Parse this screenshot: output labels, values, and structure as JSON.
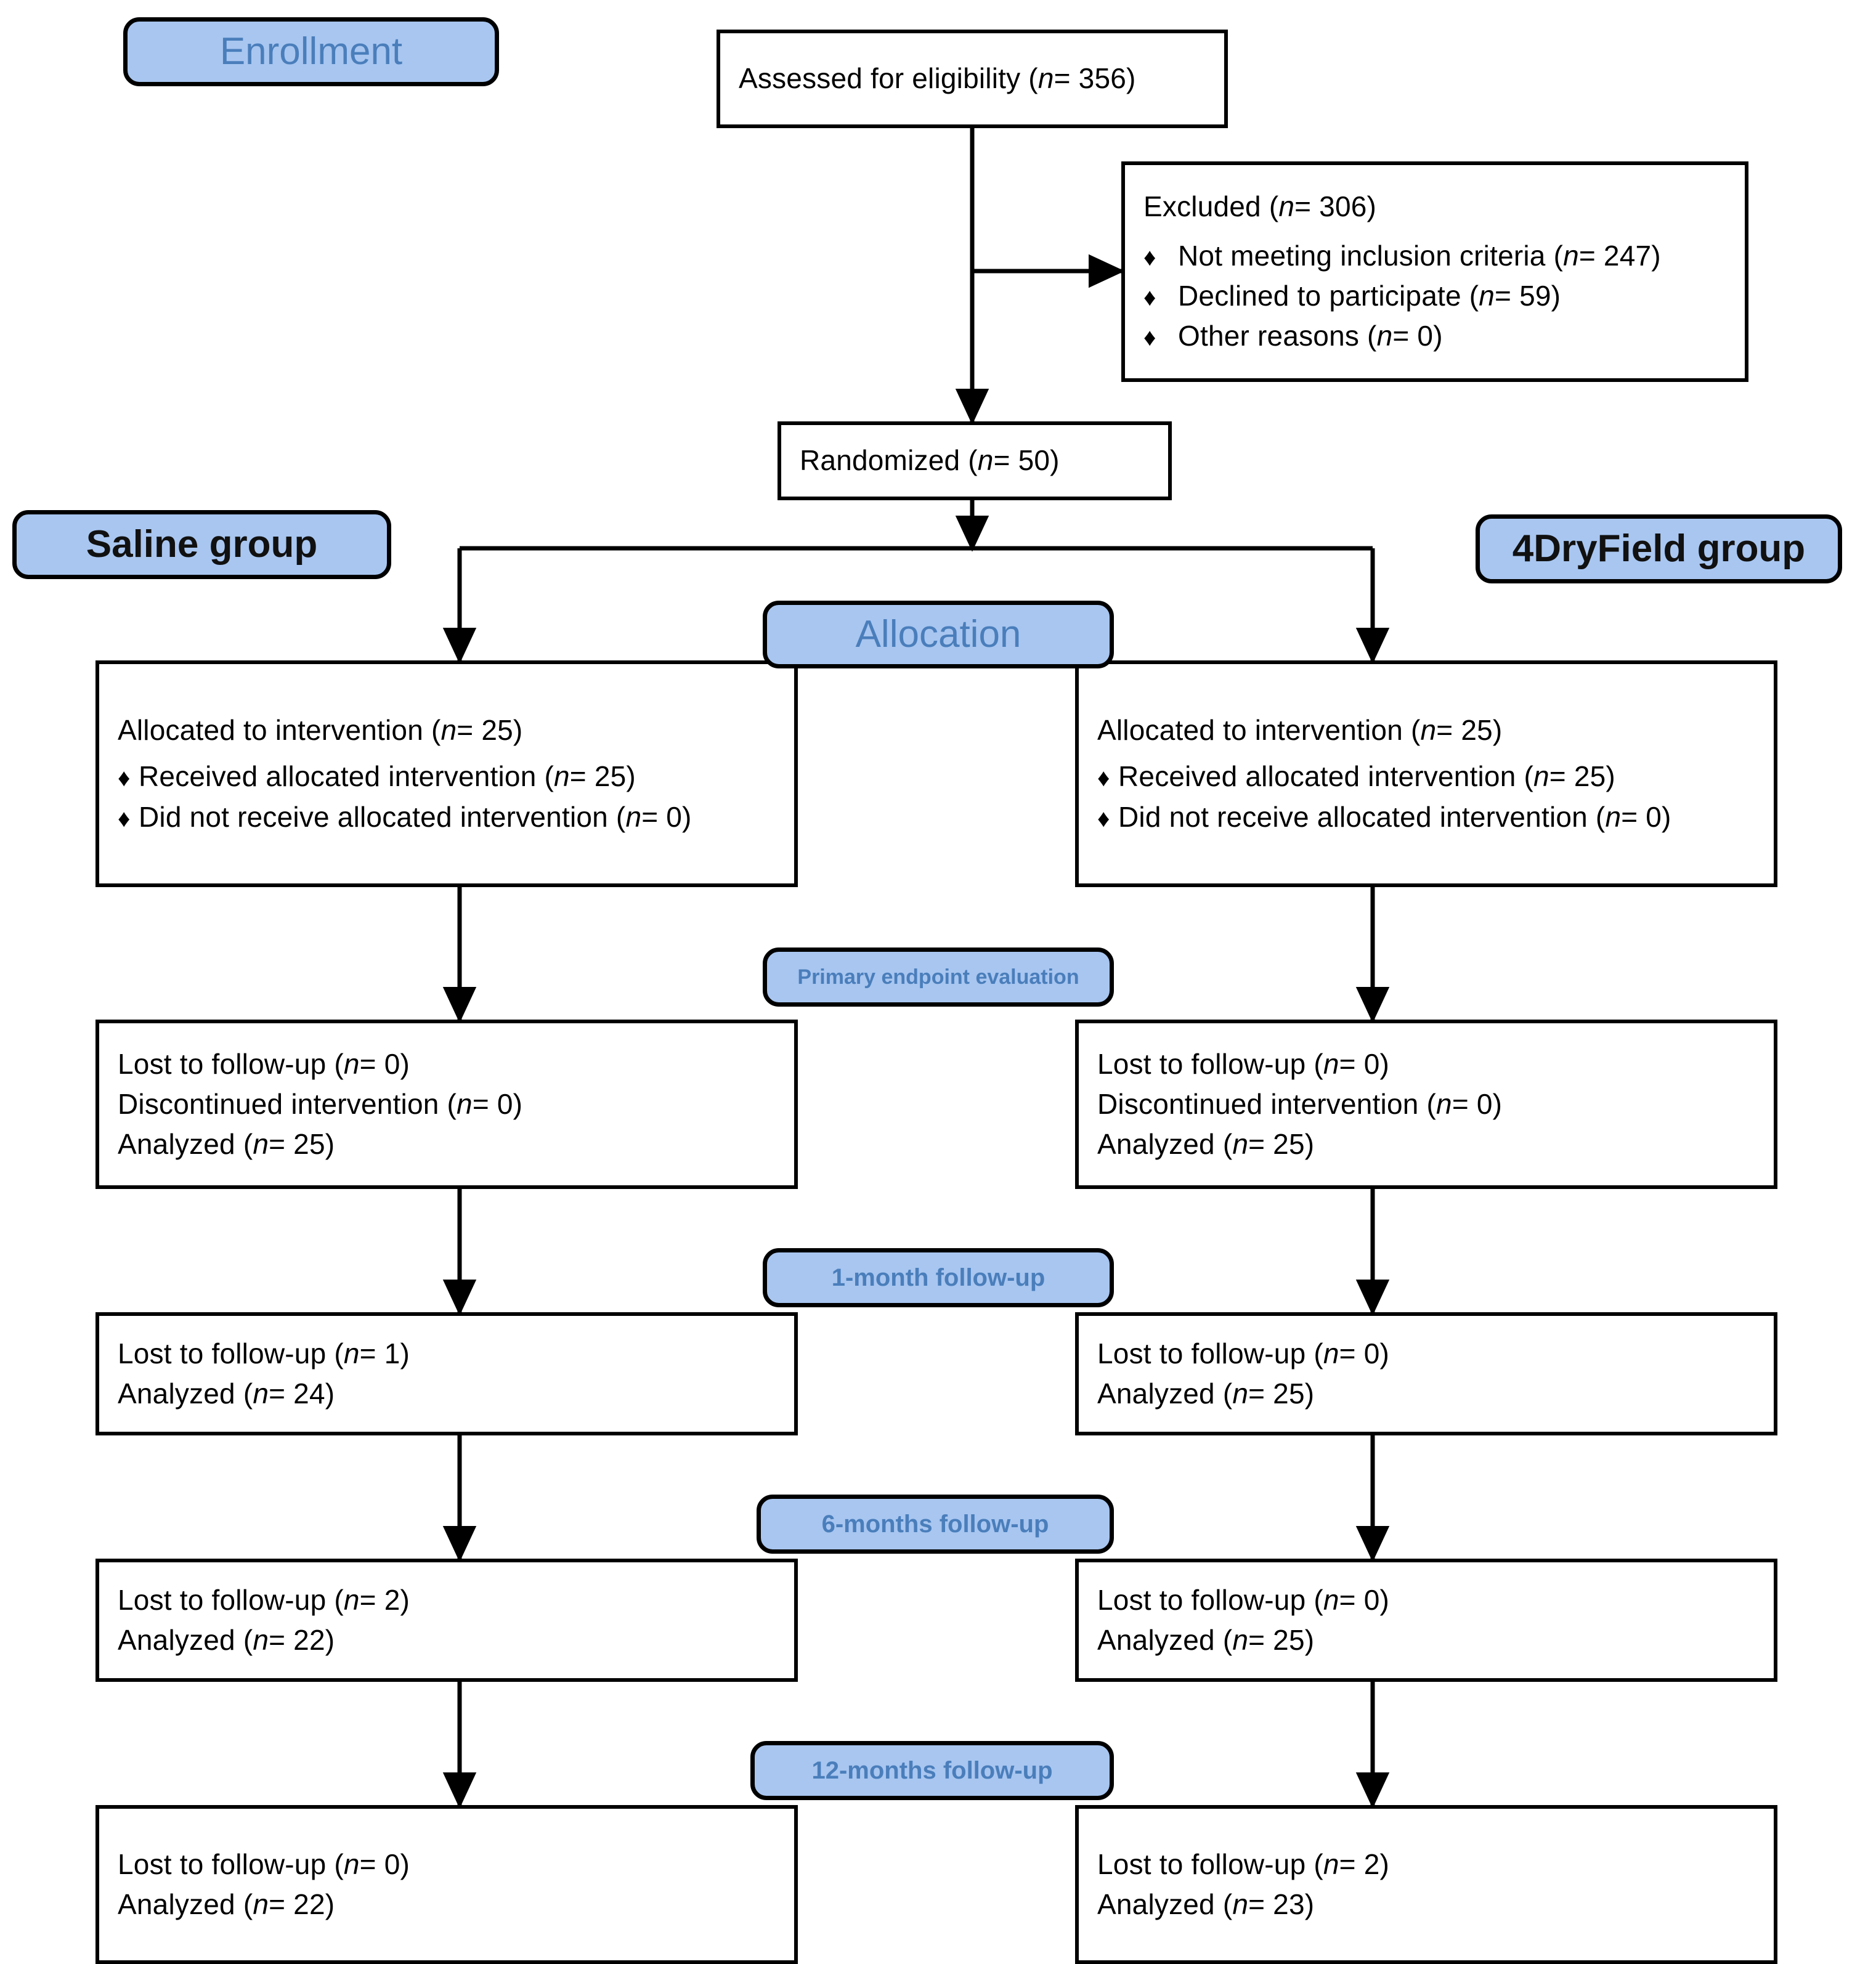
{
  "diagram": {
    "title": "CONSORT participant flow diagram",
    "colors": {
      "badge_fill": "#A8C6F0",
      "badge_text_blue": "#4A7EBB",
      "badge_text_black": "#111111",
      "box_border": "#000000",
      "box_fill": "#FFFFFF",
      "connector": "#000000"
    }
  },
  "stage_badges": {
    "enrollment": "Enrollment",
    "saline_group": "Saline group",
    "drydield_group": "4DryField group",
    "allocation": "Allocation",
    "primary_endpoint": "Primary endpoint evaluation",
    "followup_1m": "1-month follow-up",
    "followup_6m": "6-months follow-up",
    "followup_12m": "12-months follow-up"
  },
  "boxes": {
    "assessed": {
      "lines": [
        {
          "text_before": "Assessed for eligibility (",
          "n": "n",
          "text_after": "= 356)",
          "bullet": false
        }
      ]
    },
    "excluded": {
      "lines": [
        {
          "text_before": "Excluded (",
          "n": "n",
          "text_after": "= 306)",
          "bullet": false
        },
        {
          "text_before": "Not meeting inclusion criteria (",
          "n": "n",
          "text_after": "= 247)",
          "bullet": true
        },
        {
          "text_before": "Declined to participate (",
          "n": "n",
          "text_after": "= 59)",
          "bullet": true
        },
        {
          "text_before": "Other reasons (",
          "n": "n",
          "text_after": "= 0)",
          "bullet": true
        }
      ]
    },
    "randomized": {
      "lines": [
        {
          "text_before": "Randomized (",
          "n": "n",
          "text_after": "= 50)",
          "bullet": false
        }
      ]
    },
    "alloc_left": {
      "lines": [
        {
          "text_before": "Allocated to intervention (",
          "n": "n",
          "text_after": "= 25)",
          "bullet": false
        },
        {
          "text_before": "Received allocated intervention (",
          "n": "n",
          "text_after": "= 25)",
          "bullet": true
        },
        {
          "text_before": "Did not receive allocated intervention (",
          "n": "n",
          "text_after": "= 0)",
          "bullet": true
        }
      ]
    },
    "alloc_right": {
      "lines": [
        {
          "text_before": "Allocated to intervention (",
          "n": "n",
          "text_after": "= 25)",
          "bullet": false
        },
        {
          "text_before": "Received allocated intervention (",
          "n": "n",
          "text_after": "= 25)",
          "bullet": true
        },
        {
          "text_before": "Did not receive allocated intervention (",
          "n": "n",
          "text_after": "= 0)",
          "bullet": true
        }
      ]
    },
    "primary_left": {
      "lines": [
        {
          "text_before": "Lost to follow-up (",
          "n": "n",
          "text_after": "= 0)",
          "bullet": false
        },
        {
          "text_before": "Discontinued intervention (",
          "n": "n",
          "text_after": "= 0)",
          "bullet": false
        },
        {
          "text_before": "Analyzed (",
          "n": "n",
          "text_after": "= 25)",
          "bullet": false
        }
      ]
    },
    "primary_right": {
      "lines": [
        {
          "text_before": "Lost to follow-up (",
          "n": "n",
          "text_after": "= 0)",
          "bullet": false
        },
        {
          "text_before": "Discontinued intervention (",
          "n": "n",
          "text_after": "= 0)",
          "bullet": false
        },
        {
          "text_before": "Analyzed (",
          "n": "n",
          "text_after": "= 25)",
          "bullet": false
        }
      ]
    },
    "m1_left": {
      "lines": [
        {
          "text_before": "Lost to follow-up (",
          "n": "n",
          "text_after": "= 1)",
          "bullet": false
        },
        {
          "text_before": "Analyzed (",
          "n": "n",
          "text_after": "= 24)",
          "bullet": false
        }
      ]
    },
    "m1_right": {
      "lines": [
        {
          "text_before": "Lost to follow-up (",
          "n": "n",
          "text_after": "= 0)",
          "bullet": false
        },
        {
          "text_before": "Analyzed (",
          "n": "n",
          "text_after": "= 25)",
          "bullet": false
        }
      ]
    },
    "m6_left": {
      "lines": [
        {
          "text_before": "Lost to follow-up (",
          "n": "n",
          "text_after": "= 2)",
          "bullet": false
        },
        {
          "text_before": "Analyzed (",
          "n": "n",
          "text_after": "= 22)",
          "bullet": false
        }
      ]
    },
    "m6_right": {
      "lines": [
        {
          "text_before": "Lost to follow-up (",
          "n": "n",
          "text_after": "= 0)",
          "bullet": false
        },
        {
          "text_before": "Analyzed (",
          "n": "n",
          "text_after": "= 25)",
          "bullet": false
        }
      ]
    },
    "m12_left": {
      "lines": [
        {
          "text_before": "Lost to follow-up (",
          "n": "n",
          "text_after": "= 0)",
          "bullet": false
        },
        {
          "text_before": "Analyzed (",
          "n": "n",
          "text_after": "= 22)",
          "bullet": false
        }
      ]
    },
    "m12_right": {
      "lines": [
        {
          "text_before": "Lost to follow-up (",
          "n": "n",
          "text_after": "= 2)",
          "bullet": false
        },
        {
          "text_before": "Analyzed (",
          "n": "n",
          "text_after": "= 23)",
          "bullet": false
        }
      ]
    }
  },
  "bullet_glyph": "♦"
}
